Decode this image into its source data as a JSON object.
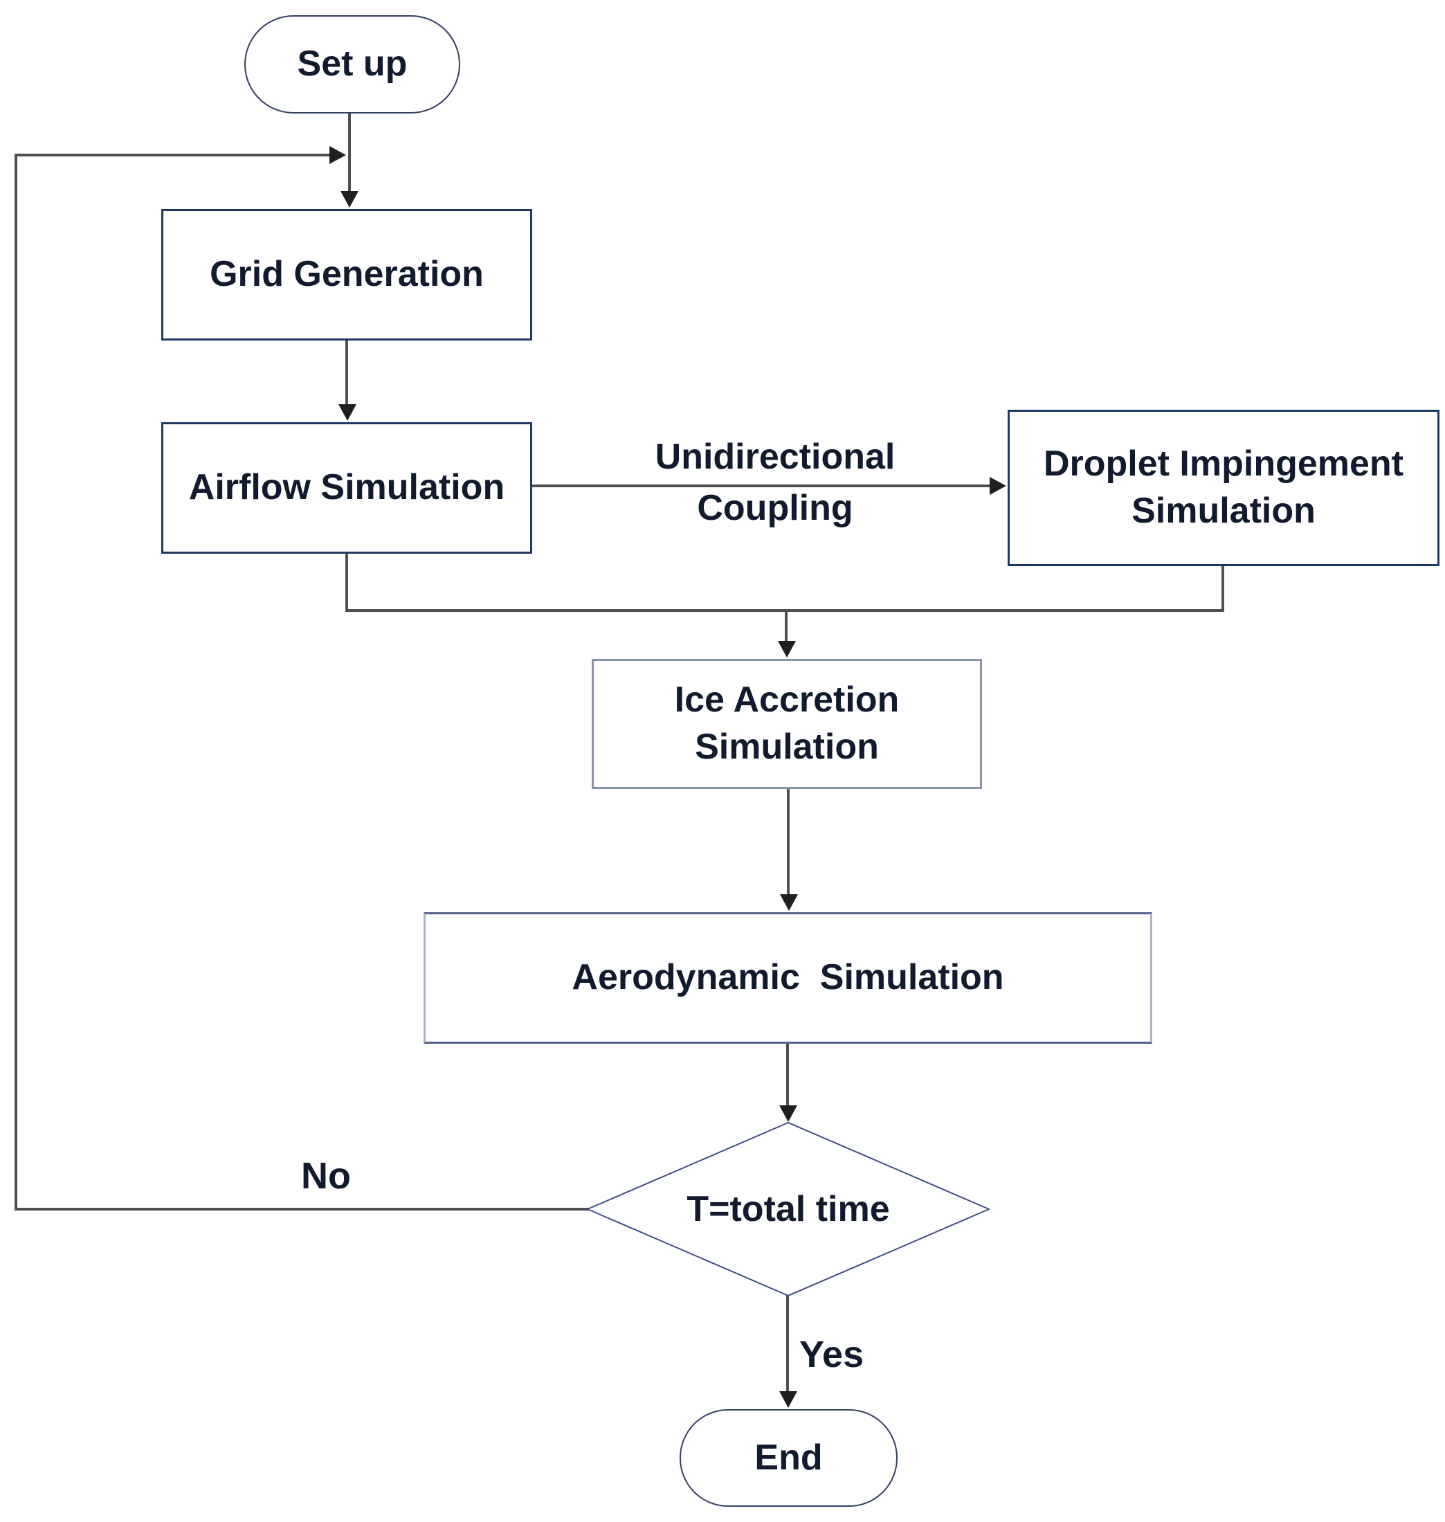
{
  "colors": {
    "box_border_navy": "#203864",
    "terminator_border": "#333f63",
    "ice_border": "#8992a8",
    "aero_border": "#53618a",
    "aero_border_side": "#aab2c6",
    "diamond_border": "#3f4f82",
    "connector_gray": "#4f4f4f",
    "arrowhead_black": "#1f1f1f",
    "text_dark": "#121a2e",
    "background": "#ffffff"
  },
  "nodes": {
    "setup": {
      "label": "Set up"
    },
    "grid": {
      "label": "Grid Generation"
    },
    "airflow": {
      "label": "Airflow Simulation"
    },
    "droplet": {
      "line1": "Droplet Impingement",
      "line2": "Simulation"
    },
    "ice": {
      "line1": "Ice Accretion",
      "line2": "Simulation"
    },
    "aero": {
      "label": "Aerodynamic  Simulation"
    },
    "decision": {
      "label": "T=total time"
    },
    "end": {
      "label": "End"
    }
  },
  "edge_labels": {
    "coupling_line1": "Unidirectional",
    "coupling_line2": "Coupling",
    "no": "No",
    "yes": "Yes"
  }
}
